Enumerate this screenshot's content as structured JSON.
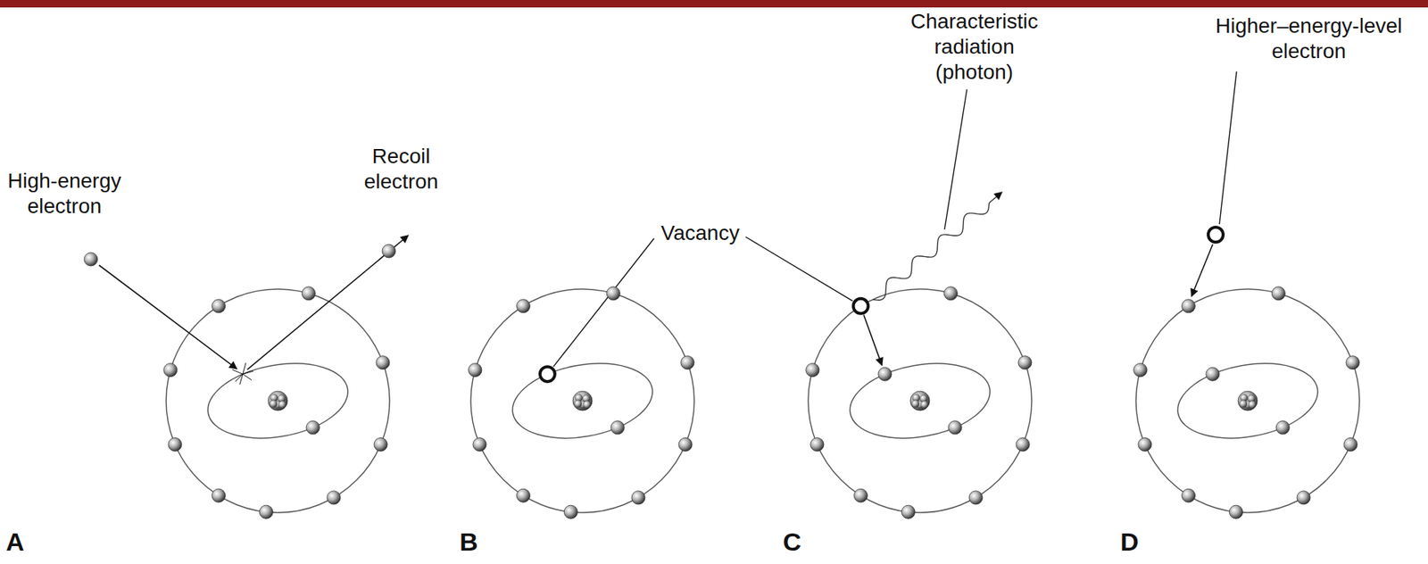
{
  "diagram": {
    "labels": [
      "High-energy electron",
      "Recoil electron",
      "Vacancy",
      "Characteristic radiation (photon)",
      "Higher–energy-level electron",
      "A",
      "B",
      "C",
      "D"
    ]
  }
}
